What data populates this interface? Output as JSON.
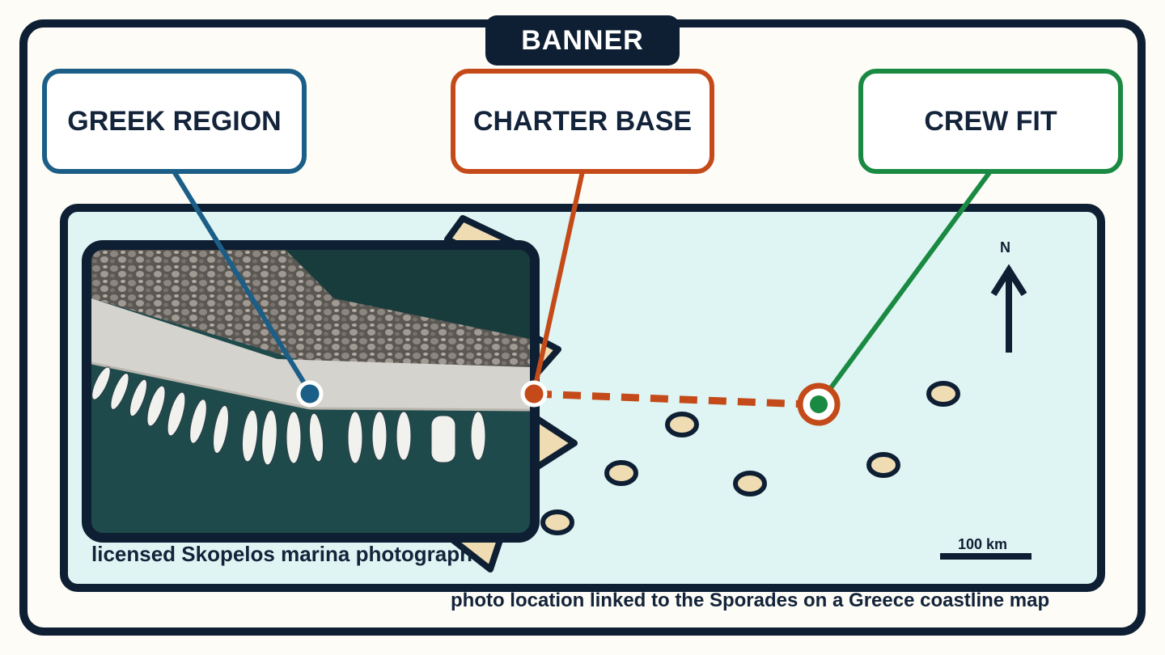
{
  "banner": "BANNER",
  "labels": {
    "region": "GREEK REGION",
    "base": "CHARTER BASE",
    "crew": "CREW FIT"
  },
  "photo_caption": "licensed Skopelos marina photograph",
  "map_caption": "photo location linked to the Sporades on a Greece coastline map",
  "compass": {
    "label": "N"
  },
  "scale": {
    "label": "100 km"
  },
  "colors": {
    "navy": "#0e1f33",
    "region_blue": "#1b5e87",
    "base_orange": "#c44b19",
    "crew_green": "#1a8a42",
    "sea": "#dff5f4",
    "island_sand": "#efdcb3",
    "photo_water": "#1f4c4e"
  }
}
